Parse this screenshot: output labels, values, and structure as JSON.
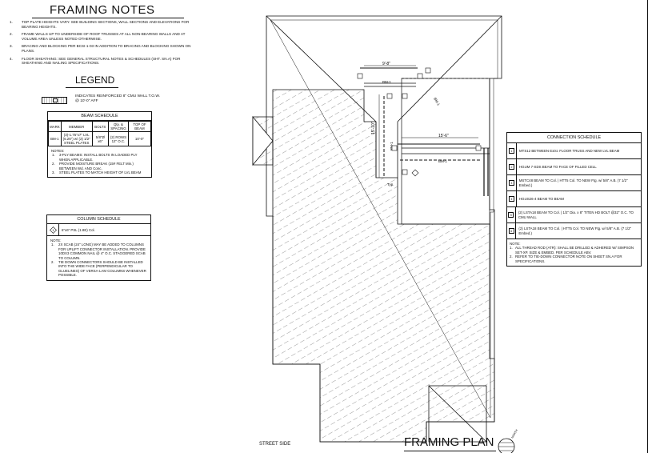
{
  "framing_notes": {
    "title": "FRAMING NOTES",
    "items": [
      {
        "num": "1.",
        "text": "TOP PLATE HEIGHTS VARY. SEE BUILDING SECTIONS, WALL SECTIONS AND ELEVATIONS FOR BEARING HEIGHTS."
      },
      {
        "num": "2.",
        "text": "FRAME WALLS UP TO UNDERSIDE OF ROOF TRUSSES AT ALL NON-BEARING WALLS AND AT VOLUME AREA UNLESS NOTED OTHERWISE."
      },
      {
        "num": "3.",
        "text": "BRACING AND BLOCKING PER BCSI-1-03 IN ADDITION TO BRACING AND BLOCKING SHOWN ON PLANS."
      },
      {
        "num": "4.",
        "text": "FLOOR SHEATHING: SEE GENERAL STRUCTURAL NOTES & SCHEDULES (SHt. SN.a) FOR SHEATHING AND NAILING SPECIFICATIONS."
      }
    ]
  },
  "legend": {
    "title": "LEGEND",
    "item_text": "INDICATES REINFORCED 8\" CMU WALL T.O.W. @ 10'-0\" AFF"
  },
  "beam_schedule": {
    "title": "BEAM SCHEDULE",
    "headers": [
      "MARK",
      "MEMBER",
      "BOLTS",
      "Qty. & SPACING",
      "TOP OF BEAM"
    ],
    "row": {
      "mark": "BM-1",
      "member": "(3)-1.75\"x7\" LVL (5.25\") w/ (2) 1/2\" STEEL PLATES",
      "bolts": "5/8\"Ø x6\"",
      "qty": "(2) ROWS 12\" O.C.",
      "top": "10'-0\""
    },
    "notes_label": "NOTES:",
    "notes": [
      {
        "num": "1.",
        "text": "3-PLY BEAMS: INSTALL BOLTS IN LOADED PLY WHEN APPLICABLE."
      },
      {
        "num": "2.",
        "text": "PROVIDE MOISTURE BREAK (15# FELT Min.) BETWEEN Wd. AND Conc."
      },
      {
        "num": "3.",
        "text": "STEEL PLATES TO MATCH HEIGHT OF LVL BEAM"
      }
    ]
  },
  "column_schedule": {
    "title": "COLUMN SCHEDULE",
    "row_mark": "1",
    "row_text": "6\"x6\" PSL (1.8E) Col.",
    "notes_label": "NOTE:",
    "notes": [
      {
        "num": "1.",
        "text": "2X SCAB (24\" LONG) MAY BE ADDED TO COLUMNS FOR UPLIFT CONNECTOR INSTALLATION. PROVIDE 10dx3 COMMON NAIL @ 4\" O.C. STAGGERED SCAB TO COLUMN."
      },
      {
        "num": "2.",
        "text": "TIE DOWN CONNECTORS SHOULD BE INSTALLED INTO THE WIDE FACE (PERPENDICULAR TO GLUELINES) OF VERSA-LAM COLUMNS WHENEVER POSSIBLE."
      }
    ]
  },
  "connection_schedule": {
    "title": "CONNECTION SCHEDULE",
    "rows": [
      {
        "mark": "1",
        "text": "MTS12 BETWEEN Exist. FLOOR TRUSS AND NEW LVL BEAM"
      },
      {
        "mark": "2",
        "text": "HGUM 7-SDS BEAM TO FACE OF FILLED CELL"
      },
      {
        "mark": "3",
        "text": "MSTC48 BEAM TO Col. | HTT5 Col. TO NEW Ftg. w/ 5/8\" A.B. (7 1/2\" Embed.)"
      },
      {
        "mark": "4",
        "text": "HGUS26-4 BEAM TO BEAM"
      },
      {
        "mark": "5",
        "text": "(2) LSTA18 BEAM TO Col. | 1/2\" Dia. x 8\" TITEN HD BOLT @32\" O.C. TO CMU WALL"
      },
      {
        "mark": "6",
        "text": "(2) LSTA18 BEAM TO Col. | HTT5 Col. TO NEW Ftg. w/ 5/8\" A.B. (7 1/2\" Embed.)"
      }
    ],
    "notes_label": "NOTE:",
    "notes": [
      {
        "num": "1.",
        "text": "ALL THREAD ROD (ATR): SHALL BE DRILLED & ADHERED w/ SIMPSON SET-XP. SIZE & Embed. PER SCHEDULE Abv."
      },
      {
        "num": "2.",
        "text": "REFER TO TIE-DOWN CONNECTOR NOTE ON SHEET SN.a FOR SPECIFICATIONS."
      }
    ]
  },
  "plan": {
    "dim_top": "9'-8\"",
    "dim_mid": "15'-6\"",
    "dim_side": "15'-10\"",
    "beam_label_1": "BM-1",
    "beam_label_2": "BM-1",
    "beam_label_3": "BM-1",
    "beam_label_4": "BM-1",
    "typ_label": "Typ.",
    "street_side": "STREET SIDE",
    "title": "FRAMING PLAN",
    "north_label": "NORTH"
  }
}
